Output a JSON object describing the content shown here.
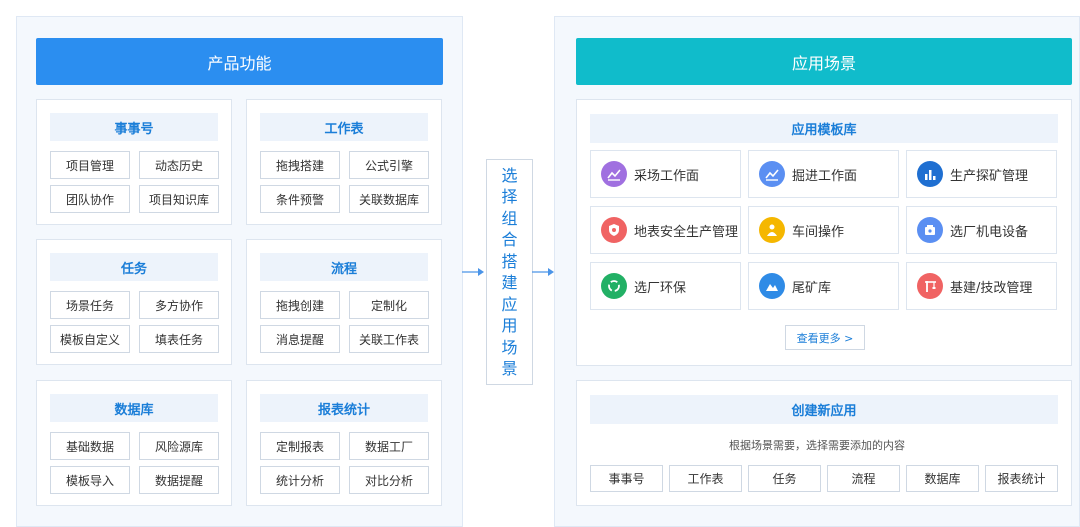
{
  "product": {
    "title": "产品功能",
    "groups": [
      {
        "title": "事事号",
        "items": [
          "项目管理",
          "动态历史",
          "团队协作",
          "项目知识库"
        ]
      },
      {
        "title": "工作表",
        "items": [
          "拖拽搭建",
          "公式引擎",
          "条件预警",
          "关联数据库"
        ]
      },
      {
        "title": "任务",
        "items": [
          "场景任务",
          "多方协作",
          "模板自定义",
          "填表任务"
        ]
      },
      {
        "title": "流程",
        "items": [
          "拖拽创建",
          "定制化",
          "消息提醒",
          "关联工作表"
        ]
      },
      {
        "title": "数据库",
        "items": [
          "基础数据",
          "风险源库",
          "模板导入",
          "数据提醒"
        ]
      },
      {
        "title": "报表统计",
        "items": [
          "定制报表",
          "数据工厂",
          "统计分析",
          "对比分析"
        ]
      }
    ]
  },
  "middle": {
    "chars": [
      "选",
      "择",
      "组",
      "合",
      "搭",
      "建",
      "应",
      "用",
      "场",
      "景"
    ]
  },
  "scenes": {
    "title": "应用场景",
    "template_library": {
      "title": "应用模板库",
      "items": [
        {
          "label": "采场工作面",
          "icon": "chart-icon",
          "color": "#a070e0"
        },
        {
          "label": "掘进工作面",
          "icon": "chart-icon",
          "color": "#5b8ff2"
        },
        {
          "label": "生产探矿管理",
          "icon": "bar-icon",
          "color": "#1f6fd1"
        },
        {
          "label": "地表安全生产管理",
          "icon": "shield-icon",
          "color": "#f06363"
        },
        {
          "label": "车间操作",
          "icon": "worker-icon",
          "color": "#f5b700"
        },
        {
          "label": "选厂机电设备",
          "icon": "device-icon",
          "color": "#5b8ff2"
        },
        {
          "label": "选厂环保",
          "icon": "recycle-icon",
          "color": "#22b065"
        },
        {
          "label": "尾矿库",
          "icon": "mountain-icon",
          "color": "#2f8be6"
        },
        {
          "label": "基建/技改管理",
          "icon": "crane-icon",
          "color": "#f06363"
        }
      ],
      "more_label": "查看更多 >"
    },
    "create_app": {
      "title": "创建新应用",
      "hint": "根据场景需要，选择需要添加的内容",
      "items": [
        "事事号",
        "工作表",
        "任务",
        "流程",
        "数据库",
        "报表统计"
      ]
    }
  },
  "colors": {
    "product_header": "#2b8ef0",
    "scene_header": "#10bccb",
    "accent": "#1b7ed8"
  }
}
